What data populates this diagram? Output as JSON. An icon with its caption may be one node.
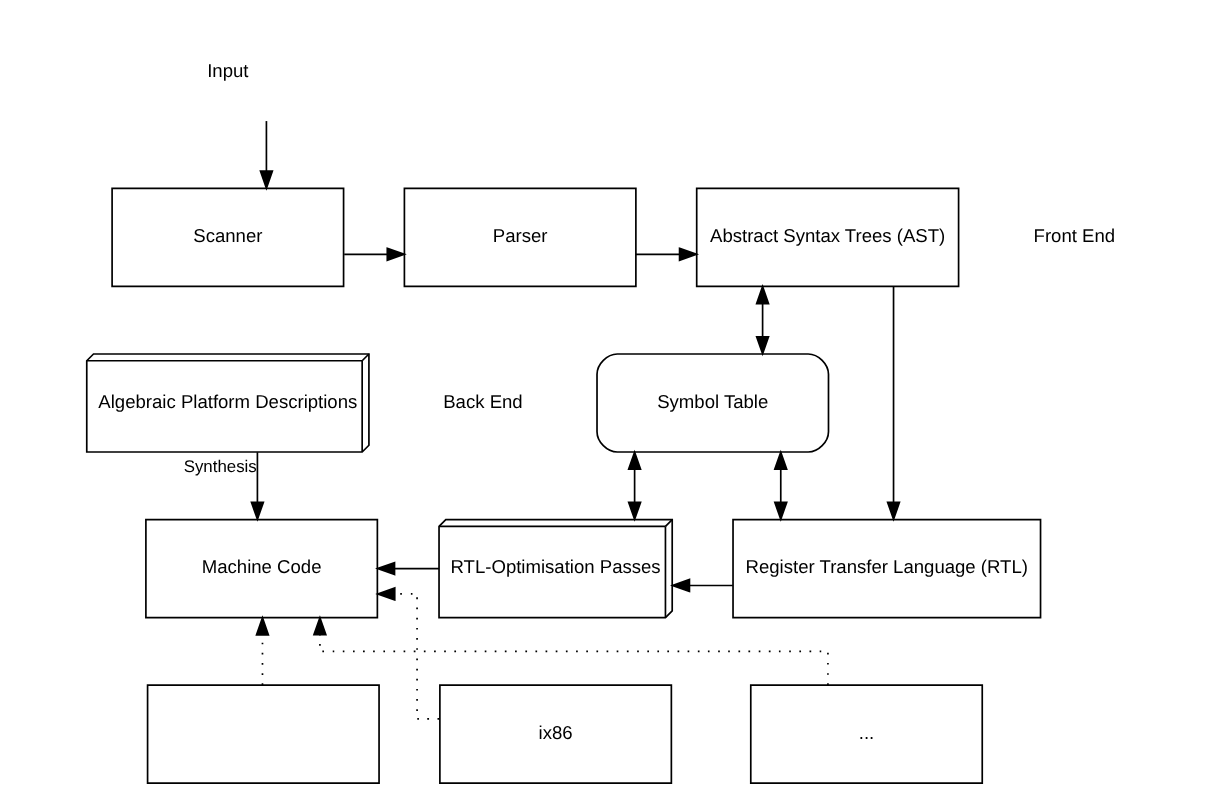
{
  "diagram": {
    "nodes": [
      {
        "text": [
          "Input"
        ]
      },
      {
        "text": [
          "Scanner"
        ]
      },
      {
        "text": [
          "Parser"
        ]
      },
      {
        "text": [
          "Abstract Syntax Trees (AST)"
        ]
      },
      {
        "text": [
          "Algebraic Platform Descriptions"
        ]
      },
      {
        "text": [
          "Symbol Table"
        ]
      },
      {
        "text": [
          "Machine Code"
        ]
      },
      {
        "text": [
          "RTL-Optimisation Passes"
        ]
      },
      {
        "text": [
          "Register Transfer Language (RTL)"
        ]
      },
      {
        "text": [],
        "shape": "box"
      },
      {
        "text": [
          "ix86"
        ]
      },
      {
        "text": [
          "..."
        ]
      }
    ],
    "edges": [
      {
        "from": 0,
        "to": 1,
        "arrow": "to"
      },
      {
        "from": 1,
        "to": 2,
        "arrow": "to"
      },
      {
        "from": 2,
        "to": 3,
        "arrow": "to"
      },
      {
        "from": 3,
        "to": 5,
        "arrow": "both"
      },
      {
        "from": 3,
        "to": 8,
        "arrow": "to"
      },
      {
        "from": 4,
        "to": 6,
        "arrow": "to",
        "label": "Synthesis"
      },
      {
        "from": 5,
        "to": 7,
        "arrow": "both"
      },
      {
        "from": 5,
        "to": 8,
        "arrow": "both"
      },
      {
        "from": 8,
        "to": 7,
        "arrow": "to"
      },
      {
        "from": 7,
        "to": 6,
        "arrow": "to"
      },
      {
        "from": 9,
        "to": 6,
        "arrow": "to",
        "style": "dashed"
      },
      {
        "from": 10,
        "to": 6,
        "arrow": "to",
        "style": "dashed"
      },
      {
        "from": 11,
        "to": 6,
        "arrow": "to",
        "style": "dashed"
      }
    ],
    "labels": [
      "Front End",
      "Back End"
    ]
  }
}
